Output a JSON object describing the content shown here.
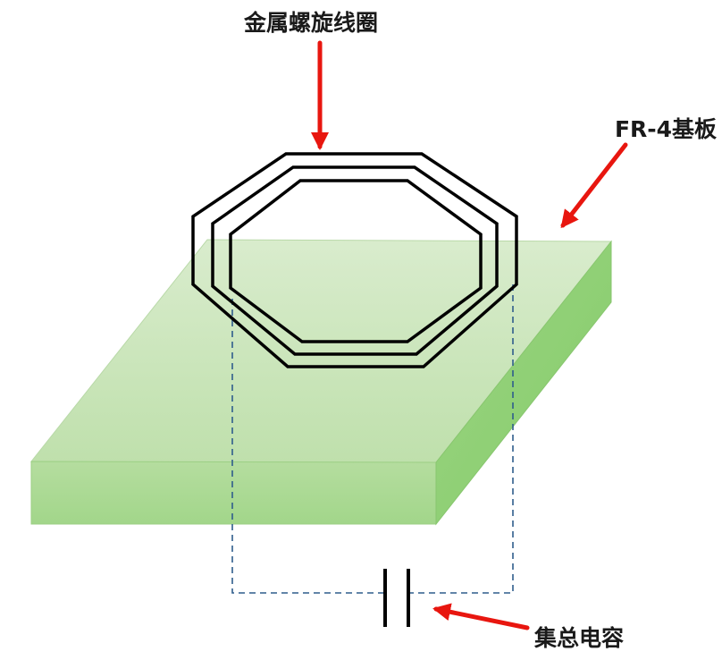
{
  "labels": {
    "coil": "金属螺旋线圈",
    "substrate": "FR-4基板",
    "capacitor": "集总电容"
  },
  "colors": {
    "substrate_top": "#c9e6b9",
    "substrate_front": "#a7d98f",
    "substrate_side": "#8fcf75",
    "coil": "#000000",
    "arrow": "#e8160f",
    "dashed_lead": "#2f5d8c"
  }
}
